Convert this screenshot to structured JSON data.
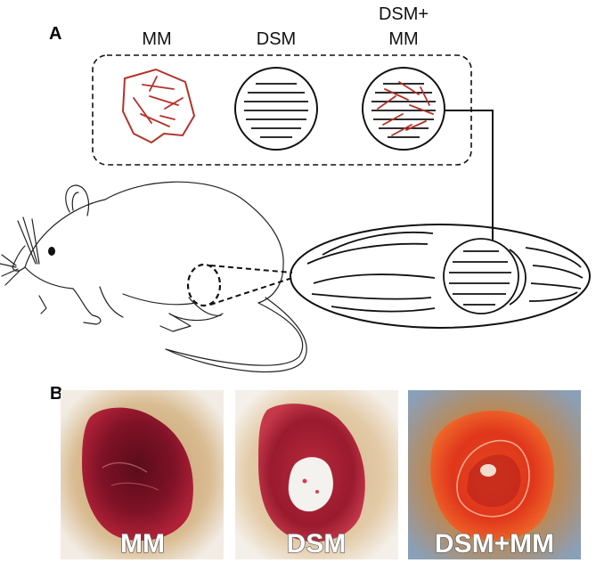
{
  "panel_a": {
    "letter": "A",
    "labels": {
      "mm": "MM",
      "dsm": "DSM",
      "dsm_mm_line1": "DSM+",
      "dsm_mm_line2": "MM"
    }
  },
  "panel_b": {
    "letter": "B",
    "photos": [
      {
        "label": "MM"
      },
      {
        "label": "DSM"
      },
      {
        "label": "DSM+MM"
      }
    ]
  },
  "colors": {
    "fiber_red": "#b5322a",
    "line_black": "#111111",
    "wound_dark": "#8a1322",
    "fur": "#c9a57c"
  }
}
